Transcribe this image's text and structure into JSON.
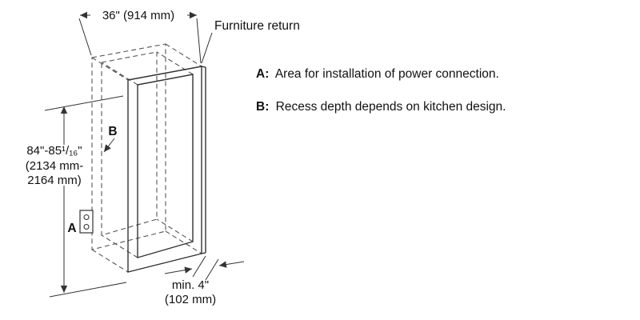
{
  "diagram": {
    "labels": {
      "furniture_return": "Furniture return",
      "a_marker": "A",
      "b_marker": "B"
    },
    "dimensions": {
      "width_top": "36\" (914 mm)",
      "height_line1": "84\"-85¹/₁₆\"",
      "height_line2": "(2134 mm-",
      "height_line3": "2164 mm)",
      "depth_min_line1": "min. 4\"",
      "depth_min_line2": "(102 mm)"
    },
    "legend": {
      "a_label": "A:",
      "a_text": "Area for installation of power connection.",
      "b_label": "B:",
      "b_text": "Recess depth depends on kitchen design."
    },
    "colors": {
      "line": "#333333",
      "dashed": "#555555",
      "text": "#111111",
      "background": "#ffffff"
    }
  }
}
